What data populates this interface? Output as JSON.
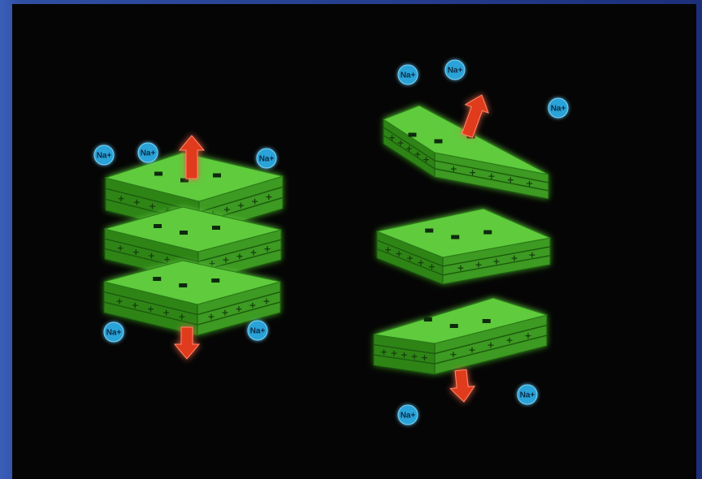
{
  "ion_label": "Na+",
  "colors": {
    "background": "#050505",
    "frame": "#2f4fa3",
    "clay_top": "#5ecb3c",
    "clay_side": "#3c9a22",
    "clay_front": "#2f8519",
    "ion": "#2aa3d8",
    "arrow": "#e03a1e"
  },
  "panels": [
    {
      "name": "left",
      "layers": 3
    },
    {
      "name": "right",
      "layers": 3
    }
  ],
  "icons": {
    "ion": "sodium-ion-icon",
    "arrow": "separation-arrow-icon"
  }
}
